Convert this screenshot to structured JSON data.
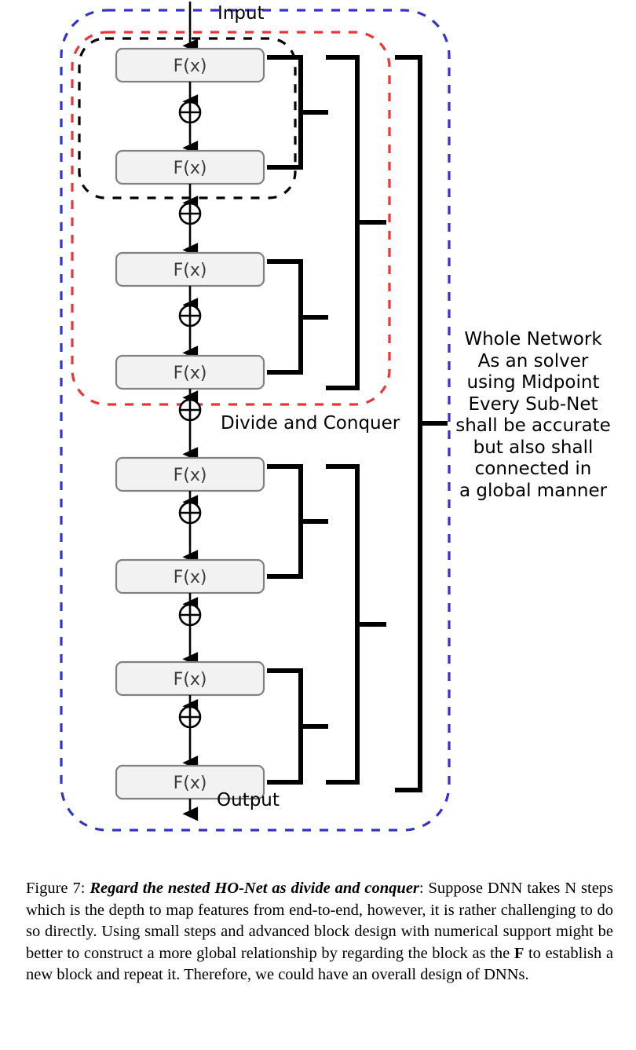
{
  "figure": {
    "input_label": "Input",
    "output_label": "Output",
    "divide_label": "Divide and Conquer",
    "block_label": "F(x)",
    "add_symbol": "⊕",
    "blocks": [
      {
        "id": 1,
        "label": "F(x)"
      },
      {
        "id": 2,
        "label": "F(x)"
      },
      {
        "id": 3,
        "label": "F(x)"
      },
      {
        "id": 4,
        "label": "F(x)"
      },
      {
        "id": 5,
        "label": "F(x)"
      },
      {
        "id": 6,
        "label": "F(x)"
      },
      {
        "id": 7,
        "label": "F(x)"
      },
      {
        "id": 8,
        "label": "F(x)"
      }
    ],
    "side_note_lines": [
      "Whole Network",
      "As an solver",
      "using Midpoint",
      "Every Sub-Net",
      "shall be accurate",
      "but also shall",
      "connected in",
      "a global manner"
    ],
    "side_note_text": "Whole Network As an solver using Midpoint Every Sub-Net shall be accurate but also shall connected in a global manner",
    "colors": {
      "outer_box": "#3333cc",
      "middle_box": "#ee3333",
      "inner_box": "#000000",
      "block_fill": "#f2f2f2",
      "block_stroke": "#808080",
      "arrow": "#000000",
      "bracket": "#000000",
      "block_text": "#3b3b3b"
    }
  },
  "caption": {
    "figure_number": "Figure 7:",
    "title": "Regard the nested HO-Net as divide and conquer",
    "body_part_1": ": Suppose DNN takes N steps which is the depth to map features from end-to-end, however, it is rather challenging to do so directly. Using small steps and advanced block design with numerical support might be better to construct a more global relationship by regarding the block as the ",
    "bold_f": "F",
    "body_part_2": " to establish a new block and repeat it. Therefore, we could have an overall design of DNNs."
  }
}
